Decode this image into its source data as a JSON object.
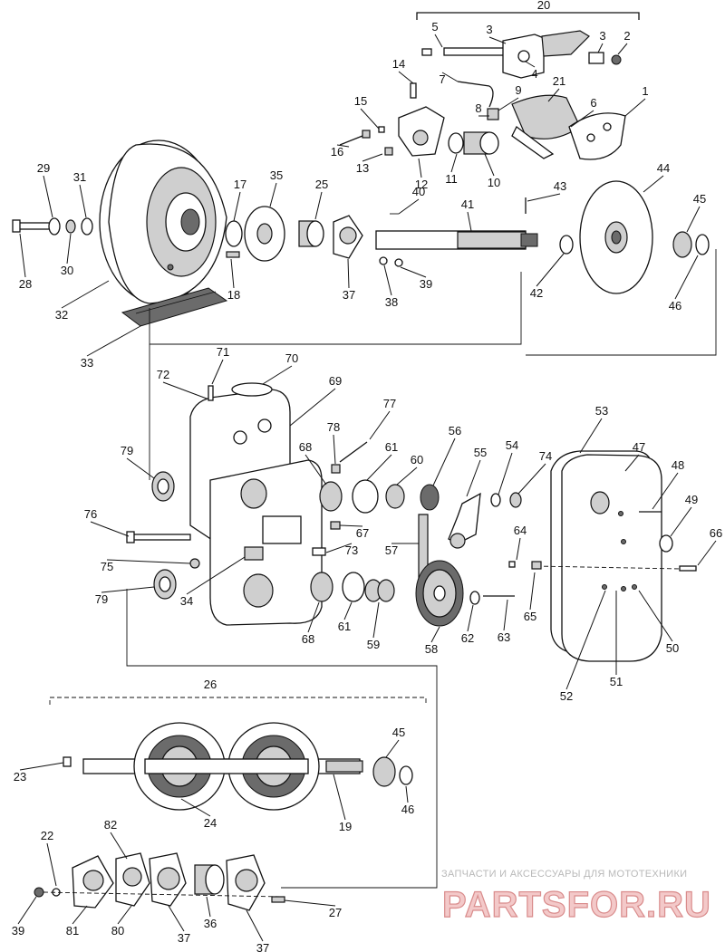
{
  "callouts": [
    {
      "id": "1",
      "text": "1"
    },
    {
      "id": "2",
      "text": "2"
    },
    {
      "id": "3a",
      "text": "3"
    },
    {
      "id": "3b",
      "text": "3"
    },
    {
      "id": "4",
      "text": "4"
    },
    {
      "id": "5",
      "text": "5"
    },
    {
      "id": "6",
      "text": "6"
    },
    {
      "id": "7",
      "text": "7"
    },
    {
      "id": "8",
      "text": "8"
    },
    {
      "id": "9",
      "text": "9"
    },
    {
      "id": "10",
      "text": "10"
    },
    {
      "id": "11",
      "text": "11"
    },
    {
      "id": "12",
      "text": "12"
    },
    {
      "id": "13",
      "text": "13"
    },
    {
      "id": "14",
      "text": "14"
    },
    {
      "id": "15",
      "text": "15"
    },
    {
      "id": "16",
      "text": "16"
    },
    {
      "id": "17",
      "text": "17"
    },
    {
      "id": "18",
      "text": "18"
    },
    {
      "id": "19",
      "text": "19"
    },
    {
      "id": "20",
      "text": "20"
    },
    {
      "id": "21",
      "text": "21"
    },
    {
      "id": "22",
      "text": "22"
    },
    {
      "id": "23",
      "text": "23"
    },
    {
      "id": "24",
      "text": "24"
    },
    {
      "id": "25",
      "text": "25"
    },
    {
      "id": "26",
      "text": "26"
    },
    {
      "id": "27",
      "text": "27"
    },
    {
      "id": "28",
      "text": "28"
    },
    {
      "id": "29",
      "text": "29"
    },
    {
      "id": "30",
      "text": "30"
    },
    {
      "id": "31",
      "text": "31"
    },
    {
      "id": "32",
      "text": "32"
    },
    {
      "id": "33",
      "text": "33"
    },
    {
      "id": "34",
      "text": "34"
    },
    {
      "id": "35",
      "text": "35"
    },
    {
      "id": "36",
      "text": "36"
    },
    {
      "id": "37a",
      "text": "37"
    },
    {
      "id": "37b",
      "text": "37"
    },
    {
      "id": "37c",
      "text": "37"
    },
    {
      "id": "38",
      "text": "38"
    },
    {
      "id": "39a",
      "text": "39"
    },
    {
      "id": "39b",
      "text": "39"
    },
    {
      "id": "40",
      "text": "40"
    },
    {
      "id": "41",
      "text": "41"
    },
    {
      "id": "42",
      "text": "42"
    },
    {
      "id": "43",
      "text": "43"
    },
    {
      "id": "44",
      "text": "44"
    },
    {
      "id": "45a",
      "text": "45"
    },
    {
      "id": "45b",
      "text": "45"
    },
    {
      "id": "46a",
      "text": "46"
    },
    {
      "id": "46b",
      "text": "46"
    },
    {
      "id": "47",
      "text": "47"
    },
    {
      "id": "48",
      "text": "48"
    },
    {
      "id": "49",
      "text": "49"
    },
    {
      "id": "50",
      "text": "50"
    },
    {
      "id": "51",
      "text": "51"
    },
    {
      "id": "52",
      "text": "52"
    },
    {
      "id": "53",
      "text": "53"
    },
    {
      "id": "54",
      "text": "54"
    },
    {
      "id": "55",
      "text": "55"
    },
    {
      "id": "56",
      "text": "56"
    },
    {
      "id": "57",
      "text": "57"
    },
    {
      "id": "58",
      "text": "58"
    },
    {
      "id": "59",
      "text": "59"
    },
    {
      "id": "60",
      "text": "60"
    },
    {
      "id": "61a",
      "text": "61"
    },
    {
      "id": "61b",
      "text": "61"
    },
    {
      "id": "62",
      "text": "62"
    },
    {
      "id": "63",
      "text": "63"
    },
    {
      "id": "64",
      "text": "64"
    },
    {
      "id": "65",
      "text": "65"
    },
    {
      "id": "66",
      "text": "66"
    },
    {
      "id": "67",
      "text": "67"
    },
    {
      "id": "68a",
      "text": "68"
    },
    {
      "id": "68b",
      "text": "68"
    },
    {
      "id": "69",
      "text": "69"
    },
    {
      "id": "70",
      "text": "70"
    },
    {
      "id": "71",
      "text": "71"
    },
    {
      "id": "72",
      "text": "72"
    },
    {
      "id": "73",
      "text": "73"
    },
    {
      "id": "74",
      "text": "74"
    },
    {
      "id": "75",
      "text": "75"
    },
    {
      "id": "76",
      "text": "76"
    },
    {
      "id": "77",
      "text": "77"
    },
    {
      "id": "78",
      "text": "78"
    },
    {
      "id": "79a",
      "text": "79"
    },
    {
      "id": "79b",
      "text": "79"
    },
    {
      "id": "80",
      "text": "80"
    },
    {
      "id": "81",
      "text": "81"
    },
    {
      "id": "82",
      "text": "82"
    }
  ],
  "watermark": {
    "tagline": "ЗАПЧАСТИ И АКСЕССУАРЫ ДЛЯ МОТОТЕХНИКИ",
    "brand": "PARTSFOR.RU",
    "colors": {
      "fill": "#f3c9c9",
      "stroke": "#d98c8c",
      "tagline": "#b9b9b9"
    }
  }
}
